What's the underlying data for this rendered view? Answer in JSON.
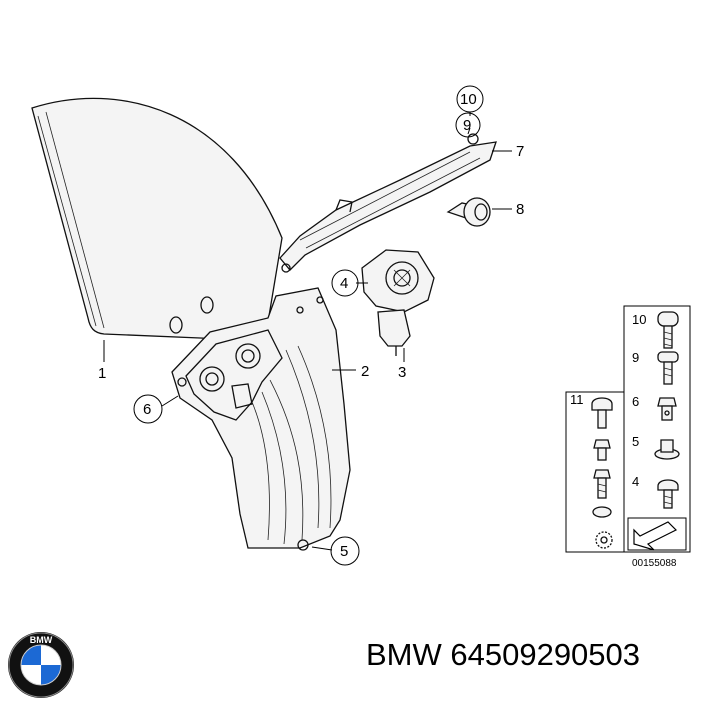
{
  "callouts": [
    "1",
    "2",
    "3",
    "4",
    "5",
    "6",
    "7",
    "8",
    "9",
    "10"
  ],
  "legend": {
    "drawing_number": "00155088",
    "items": [
      "10",
      "9",
      "11",
      "6",
      "5",
      "4"
    ]
  },
  "brand": {
    "name": "BMW",
    "part_number": "BMW 64509290503",
    "logo_letters": "BMW",
    "colors": {
      "blue": "#1c69d4",
      "ring": "#111111"
    }
  }
}
